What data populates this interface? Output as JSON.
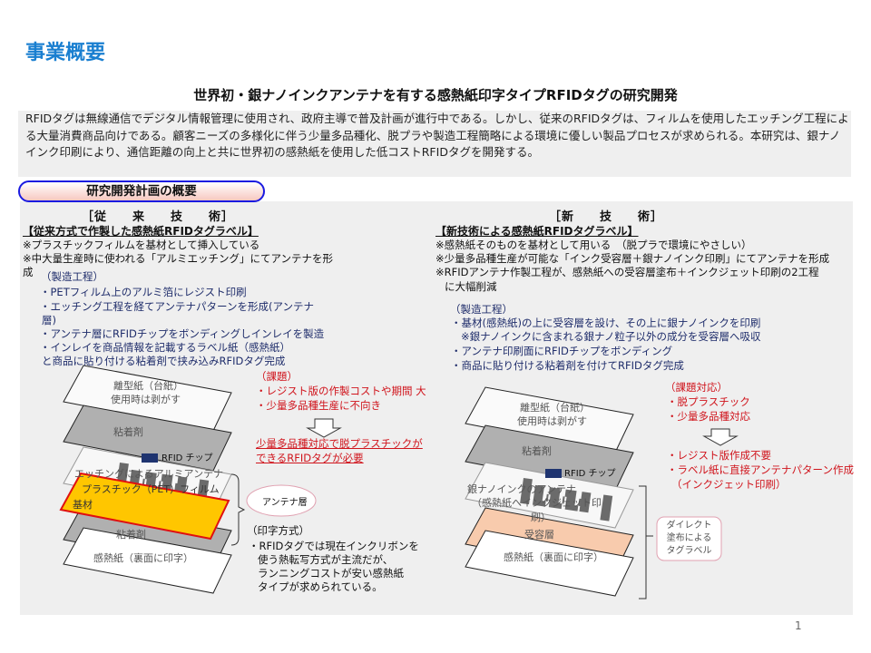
{
  "title": "事業概要",
  "subtitle": "世界初・銀ナノインクアンテナを有する感熱紙印字タイプRFIDタグの研究開発",
  "intro": "RFIDタグは無線通信でデジタル情報管理に使用され、政府主導で普及計画が進行中である。しかし、従来のRFIDタグは、フィルムを使用したエッチング工程による大量消費商品向けである。顧客ニーズの多様化に伴う少量多品種化、脱プラや製造工程簡略による環境に優しい製品プロセスが求められる。本研究は、銀ナノインク印刷により、通信距離の向上と共に世界初の感熱紙を使用した低コストRFIDタグを開発する。",
  "section_label": "研究開発計画の概要",
  "left": {
    "header": "［従　　来　　技　　術］",
    "label": "【従来方式で作製した感熱紙RFIDタグラベル】",
    "notes": [
      "※プラスチックフィルムを基材として挿入している",
      "※中大量生産時に使われる「アルミエッチング」にてアンテナを形",
      "成"
    ],
    "process_title": "（製造工程）",
    "process": [
      "・PETフィルム上のアルミ箔にレジスト印刷",
      "・エッチング工程を経てアンテナパターンを形成(アンテナ",
      "層)",
      "・アンテナ層にRFIDチップをボンディングしインレイを製造",
      "・インレイを商品情報を記載するラベル紙（感熱紙）",
      "と商品に貼り付ける粘着剤で挟み込みRFIDタグ完成"
    ],
    "issues_title": "（課題）",
    "issues": [
      "・レジスト版の作製コストや期間  大",
      "・少量多品種生産に不向き"
    ],
    "need": [
      "少量多品種対応で脱プラスチックが",
      "できるRFIDタグが必要"
    ],
    "layers": {
      "release": "離型紙（台紙）",
      "release2": "使用時は剥がす",
      "adhesive": "粘着剤",
      "chip": "RFID チップ",
      "antenna": "エッチングによるアルミアンテナ",
      "pet": "プラスチック（PET）フィルム",
      "base": "基材",
      "adhesive2": "粘着剤",
      "thermal": "感熱紙（裏面に印字）"
    },
    "antenna_layer": "アンテナ層",
    "print_title": "（印字方式）",
    "print": [
      "・RFIDタグでは現在インクリボンを",
      "使う熱転写方式が主流だが、",
      "ランニングコストが安い感熱紙",
      "タイプが求められている。"
    ]
  },
  "right": {
    "header": "［新　　技　　術］",
    "label": "【新技術による感熱紙RFIDタグラベル】",
    "notes": [
      "※感熱紙そのものを基材として用いる　（脱プラで環境にやさしい）",
      "※少量多品種生産が可能な「インク受容層＋銀ナノインク印刷」にてアンテナを形成",
      "※RFIDアンテナ作製工程が、感熱紙への受容層塗布＋インクジェット印刷の2工程",
      "に大幅削減"
    ],
    "process_title": "（製造工程）",
    "process": [
      "・基材(感熱紙)の上に受容層を設け、その上に銀ナノインクを印刷",
      "※銀ナノインクに含まれる銀ナノ粒子以外の成分を受容層へ吸収",
      "・アンテナ印刷面にRFIDチップをボンディング",
      "・商品に貼り付ける粘着剤を付けてRFIDタグ完成"
    ],
    "response_title": "（課題対応）",
    "response": [
      "・脱プラスチック",
      "・少量多品種対応"
    ],
    "results": [
      "・レジスト版作成不要",
      "・ラベル紙に直接アンテナパターン作成",
      "（インクジェット印刷）"
    ],
    "layers": {
      "release": "離型紙（台紙）",
      "release2": "使用時は剥がす",
      "adhesive": "粘着剤",
      "chip": "RFID チップ",
      "antenna": "銀ナノインクのアンテナ",
      "antenna2": "（感熱紙へインクジェット印",
      "antenna3": "刷）",
      "receptor": "受容層",
      "thermal": "感熱紙（裏面に印字）"
    },
    "direct": "ダイレクト塗布によるタグラベル"
  },
  "page_number": "1",
  "colors": {
    "title": "#1a7fd0",
    "red": "#d0141c",
    "navy": "#1f2d6b",
    "pet": "#ffc600",
    "receptor": "#f8cbad"
  }
}
